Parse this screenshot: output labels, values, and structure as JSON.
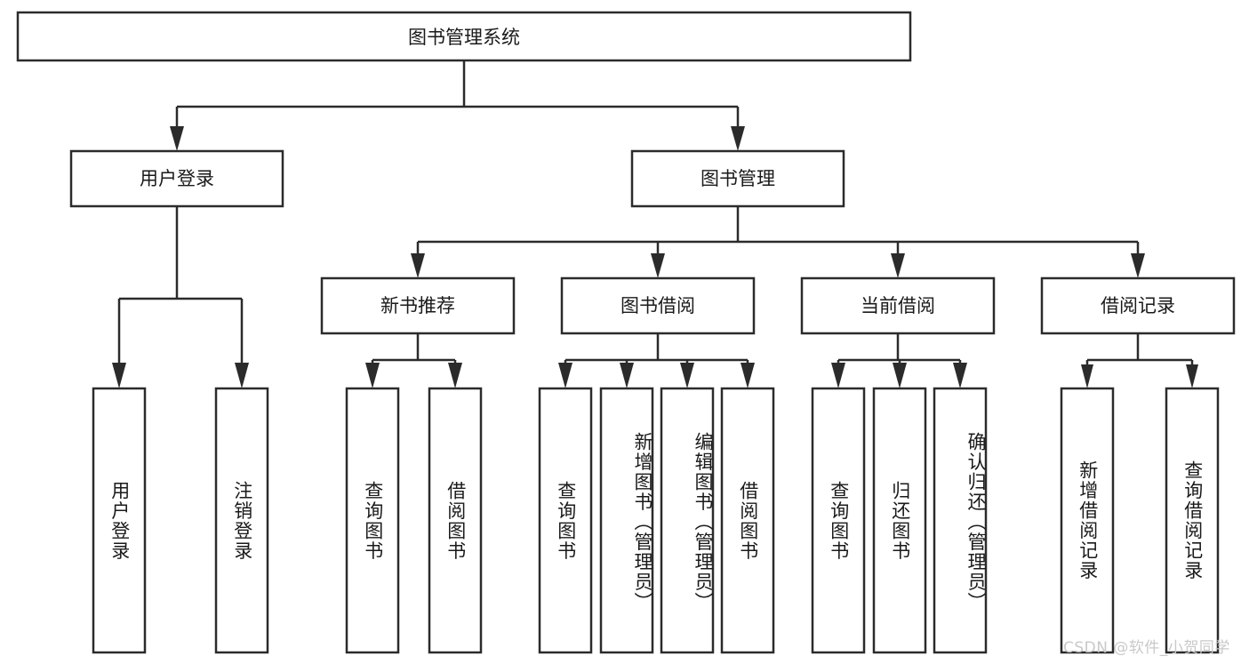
{
  "diagram": {
    "type": "tree-hierarchy-chart",
    "title_text": "图书管理系统",
    "orientation": "top-down",
    "colors": {
      "background": "#ffffff",
      "box_stroke": "#2b2b2b",
      "box_fill": "#ffffff",
      "text": "#1a1a1a",
      "connector": "#2b2b2b",
      "watermark": "#c9c9c9"
    },
    "root": {
      "label": "图书管理系统"
    },
    "level2": [
      {
        "label": "用户登录"
      },
      {
        "label": "图书管理"
      }
    ],
    "level3": [
      {
        "label": "新书推荐"
      },
      {
        "label": "图书借阅"
      },
      {
        "label": "当前借阅"
      },
      {
        "label": "借阅记录"
      }
    ],
    "leaves": {
      "user_login": [
        {
          "label": "用户登录"
        },
        {
          "label": "注销登录"
        }
      ],
      "new_book_recommend": [
        {
          "label": "查询图书"
        },
        {
          "label": "借阅图书"
        }
      ],
      "book_borrow": [
        {
          "label": "查询图书"
        },
        {
          "label": "新增图书（管理员）"
        },
        {
          "label": "编辑图书（管理员）"
        },
        {
          "label": "借阅图书"
        }
      ],
      "current_borrow": [
        {
          "label": "查询图书"
        },
        {
          "label": "归还图书"
        },
        {
          "label": "确认归还（管理员）"
        }
      ],
      "borrow_record": [
        {
          "label": "新增借阅记录"
        },
        {
          "label": "查询借阅记录"
        }
      ]
    }
  },
  "watermark": {
    "text": "CSDN @软件_小贺同学"
  }
}
